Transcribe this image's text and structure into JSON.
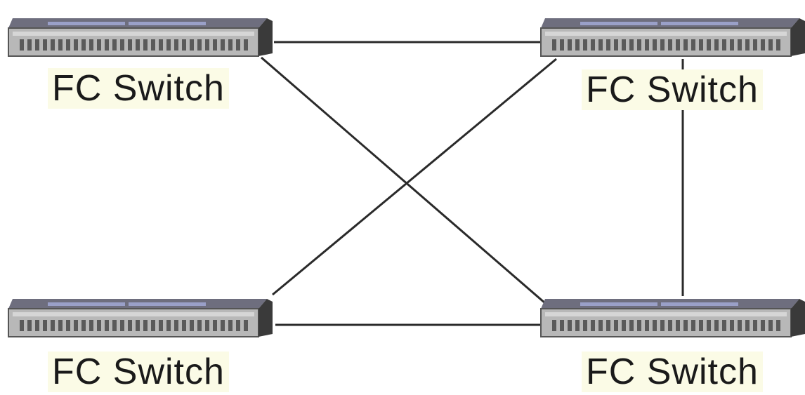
{
  "nodes": [
    {
      "id": "top-left",
      "label": "FC Switch"
    },
    {
      "id": "top-right",
      "label": "FC Switch"
    },
    {
      "id": "bottom-left",
      "label": "FC Switch"
    },
    {
      "id": "bottom-right",
      "label": "FC Switch"
    }
  ],
  "links": [
    {
      "from": "top-left",
      "to": "top-right"
    },
    {
      "from": "top-left",
      "to": "bottom-right"
    },
    {
      "from": "top-right",
      "to": "bottom-left"
    },
    {
      "from": "top-right",
      "to": "bottom-right"
    },
    {
      "from": "bottom-left",
      "to": "bottom-right"
    }
  ],
  "colors": {
    "line": "#2a2a2a",
    "switch_body": "#b8b8b8",
    "switch_side": "#3a3a3a"
  },
  "icon": "fc-switch-icon"
}
